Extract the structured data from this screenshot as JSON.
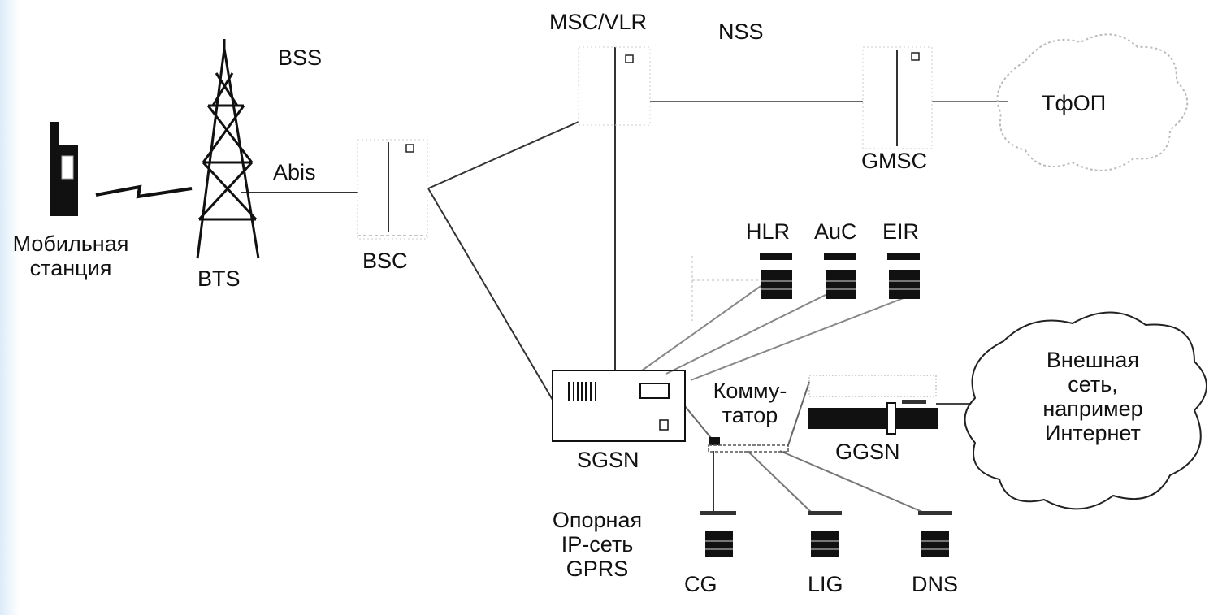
{
  "labels": {
    "bss": "BSS",
    "nss": "NSS",
    "msc_vlr": "MSC/VLR",
    "tfop": "ТфОП",
    "gmsc": "GMSC",
    "abis": "Abis",
    "bts": "BTS",
    "bsc": "BSC",
    "mobile_station": [
      "Мобильная",
      "станция"
    ],
    "hlr": "HLR",
    "auc": "AuC",
    "eir": "EIR",
    "sgsn": "SGSN",
    "switch": [
      "Комму-",
      "татор"
    ],
    "ggsn": "GGSN",
    "external_network": [
      "Внешная",
      "сеть,",
      "например",
      "Интернет"
    ],
    "backbone": [
      "Опорная",
      "IP-сеть",
      "GPRS"
    ],
    "cg": "CG",
    "lig": "LIG",
    "dns": "DNS"
  },
  "colors": {
    "ink": "#111111",
    "gray_line": "#555555",
    "light_line": "#999999",
    "background": "#ffffff",
    "edge_tint": "#dcebf8"
  },
  "icons": {
    "phone": "mobile-phone-icon",
    "tower": "antenna-tower-icon",
    "lightning": "radio-link-icon",
    "server": "server-icon",
    "cloud": "cloud-icon"
  }
}
